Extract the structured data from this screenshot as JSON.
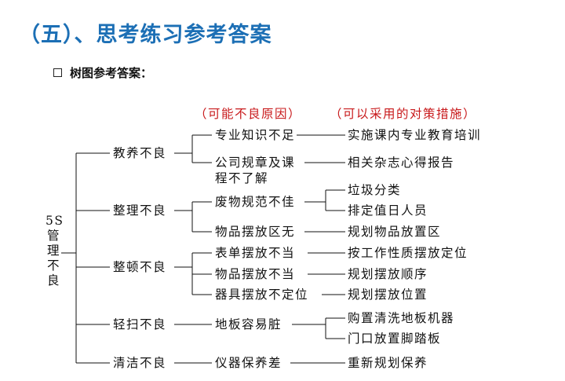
{
  "title": "（五）、思考练习参考答案",
  "subtitle": "树图参考答案：",
  "headers": {
    "causes": "（可能不良原因）",
    "measures": "（可以采用的对策措施）"
  },
  "root": [
    "5S",
    "管",
    "理",
    "不",
    "良"
  ],
  "categories": [
    {
      "label": "教养不良"
    },
    {
      "label": "整理不良"
    },
    {
      "label": "整顿不良"
    },
    {
      "label": "轻扫不良"
    },
    {
      "label": "清洁不良"
    }
  ],
  "causes": [
    "专业知识不足",
    "公司规章及课",
    "程不了解",
    "废物规范不佳",
    "物品摆放区无",
    "表单摆放不当",
    "物品摆放不当",
    "器具摆放不定位",
    "地板容易脏",
    "仪器保养差"
  ],
  "measures": [
    "实施课内专业教育培训",
    "相关杂志心得报告",
    "垃圾分类",
    "排定值日人员",
    "规划物品放置区",
    "按工作性质摆放定位",
    "规划摆放顺序",
    "规划摆放位置",
    "购置清洗地板机器",
    "门口放置脚踏板",
    "重新规划保养"
  ]
}
